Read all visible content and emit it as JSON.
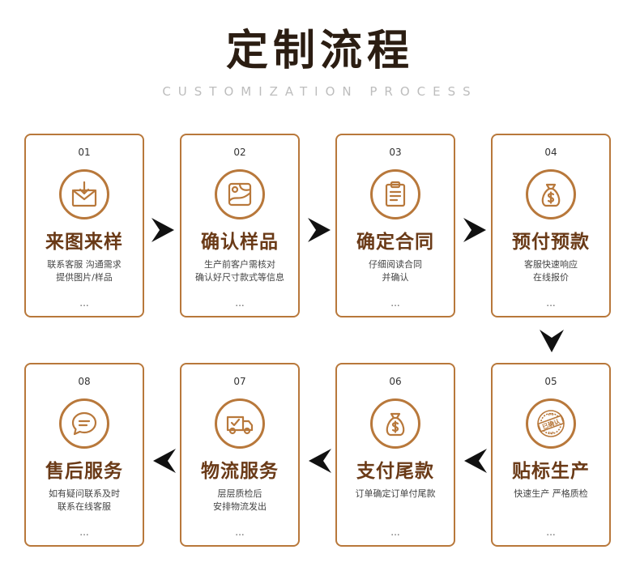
{
  "title": "定制流程",
  "subtitle": "CUSTOMIZATION PROCESS",
  "steps": [
    {
      "num": "01",
      "title": "来图来样",
      "desc": [
        "联系客服 沟通需求",
        "提供图片/样品"
      ],
      "dots": "...",
      "icon": "envelope-icon"
    },
    {
      "num": "02",
      "title": "确认样品",
      "desc": [
        "生产前客户需核对",
        "确认好尺寸款式等信息"
      ],
      "dots": "...",
      "icon": "image-icon"
    },
    {
      "num": "03",
      "title": "确定合同",
      "desc": [
        "仔细阅读合同",
        "并确认"
      ],
      "dots": "...",
      "icon": "clipboard-icon"
    },
    {
      "num": "04",
      "title": "预付预款",
      "desc": [
        "客服快速响应",
        "在线报价"
      ],
      "dots": "...",
      "icon": "money-bag-icon"
    },
    {
      "num": "05",
      "title": "贴标生产",
      "desc": [
        "快速生产 严格质检"
      ],
      "dots": "...",
      "icon": "stamp-icon",
      "stamp_text": "已确认"
    },
    {
      "num": "06",
      "title": "支付尾款",
      "desc": [
        "订单确定订单付尾款"
      ],
      "dots": "...",
      "icon": "money-bag-icon"
    },
    {
      "num": "07",
      "title": "物流服务",
      "desc": [
        "层层质检后",
        "安排物流发出"
      ],
      "dots": "...",
      "icon": "truck-icon"
    },
    {
      "num": "08",
      "title": "售后服务",
      "desc": [
        "如有疑问联系及时",
        "联系在线客服"
      ],
      "dots": "...",
      "icon": "chat-bubble-icon"
    }
  ],
  "colors": {
    "accent": "#b8783b",
    "title": "#2b1d12",
    "step_title": "#6a3a17"
  }
}
